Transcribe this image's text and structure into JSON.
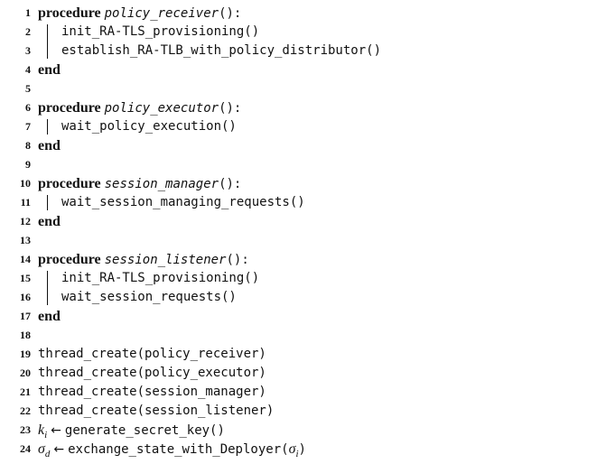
{
  "keywords": {
    "procedure": "procedure",
    "end": "end"
  },
  "procedures": [
    {
      "name": "policy_receiver",
      "params": "():",
      "body": [
        "init_RA-TLS_provisioning()",
        "establish_RA-TLB_with_policy_distributor()"
      ]
    },
    {
      "name": "policy_executor",
      "params": "():",
      "body": [
        "wait_policy_execution()"
      ]
    },
    {
      "name": "session_manager",
      "params": "():",
      "body": [
        "wait_session_managing_requests()"
      ]
    },
    {
      "name": "session_listener",
      "params": "():",
      "body": [
        "init_RA-TLS_provisioning()",
        "wait_session_requests()"
      ]
    }
  ],
  "main": {
    "thread_calls": [
      "thread_create(policy_receiver)",
      "thread_create(policy_executor)",
      "thread_create(session_manager)",
      "thread_create(session_listener)"
    ],
    "secret_key": {
      "var": "k",
      "sub": "i",
      "arrow": "←",
      "expr": "generate_secret_key()"
    },
    "state_exchange": {
      "var": "σ",
      "sub": "d",
      "arrow": "←",
      "expr": "exchange_state_with_Deployer(",
      "arg_var": "σ",
      "arg_sub": "i",
      "close": ")"
    }
  },
  "line_numbers": [
    "1",
    "2",
    "3",
    "4",
    "5",
    "6",
    "7",
    "8",
    "9",
    "10",
    "11",
    "12",
    "13",
    "14",
    "15",
    "16",
    "17",
    "18",
    "19",
    "20",
    "21",
    "22",
    "23",
    "24"
  ]
}
